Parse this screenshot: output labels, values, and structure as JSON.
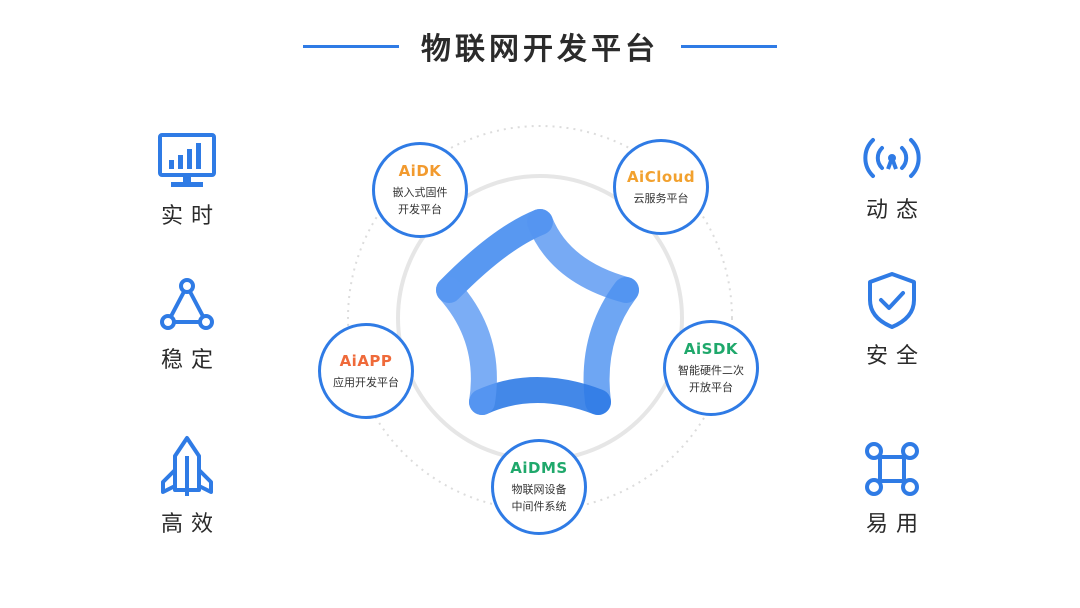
{
  "title": "物联网开发平台",
  "colors": {
    "primary": "#2f7be5",
    "orange": "#f29a2e",
    "red_orange": "#ef6a3a",
    "green": "#1fa86b",
    "text": "#2b2b2b"
  },
  "features_left": [
    {
      "label": "实时",
      "icon": "monitor-chart-icon"
    },
    {
      "label": "稳定",
      "icon": "triangle-nodes-icon"
    },
    {
      "label": "高效",
      "icon": "rocket-icon"
    }
  ],
  "features_right": [
    {
      "label": "动态",
      "icon": "signal-broadcast-icon"
    },
    {
      "label": "安全",
      "icon": "shield-check-icon"
    },
    {
      "label": "易用",
      "icon": "drone-nodes-icon"
    }
  ],
  "nodes": [
    {
      "title": "AiDK",
      "lines": [
        "嵌入式固件",
        "开发平台"
      ],
      "color": "#f29a2e"
    },
    {
      "title": "AiCloud",
      "lines": [
        "云服务平台"
      ],
      "color": "#f2a12e"
    },
    {
      "title": "AiSDK",
      "lines": [
        "智能硬件二次",
        "开放平台"
      ],
      "color": "#1fa86b"
    },
    {
      "title": "AiDMS",
      "lines": [
        "物联网设备",
        "中间件系统"
      ],
      "color": "#1fa86b"
    },
    {
      "title": "AiAPP",
      "lines": [
        "应用开发平台"
      ],
      "color": "#ef6a3a"
    }
  ]
}
